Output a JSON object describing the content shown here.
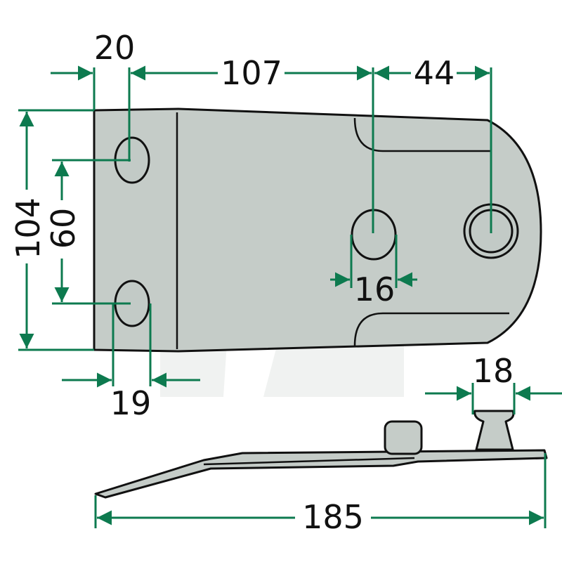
{
  "drawing": {
    "colors": {
      "dimension": "#0d7a4f",
      "outline": "#111111",
      "plate_fill": "#c5ccc8"
    },
    "dimensions": {
      "top_left": "20",
      "top_middle": "107",
      "top_right": "44",
      "overall_height": "104",
      "hole_spacing": "60",
      "hole_diameter": "16",
      "bottom_left": "19",
      "stud_width": "18",
      "overall_length": "185"
    }
  }
}
